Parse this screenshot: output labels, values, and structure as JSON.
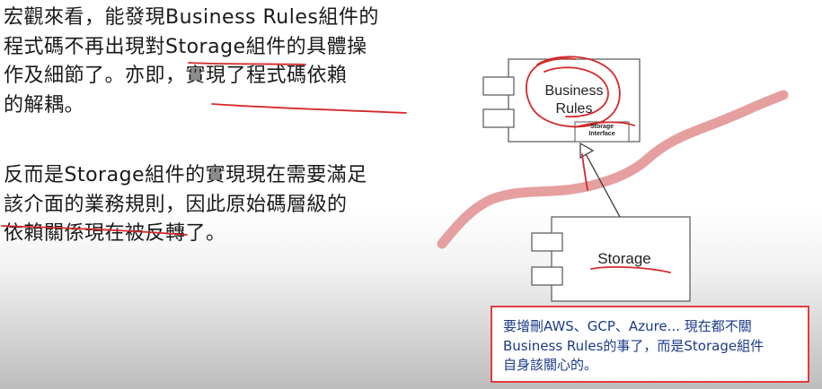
{
  "paragraph1": {
    "lines": [
      "宏觀來看，能發現Business Rules組件的",
      "程式碼不再出現對Storage組件的具體操",
      "作及細節了。亦即，實現了程式碼依賴",
      "的解耦。"
    ]
  },
  "paragraph2": {
    "lines": [
      "反而是Storage組件的實現現在需要滿足",
      "該介面的業務規則，因此原始碼層級的",
      "依賴關係現在被反轉了。"
    ]
  },
  "diagram": {
    "business_rules_label": "Business\nRules",
    "business_rules_line1": "Business",
    "business_rules_line2": "Rules",
    "storage_interface_line1": "Storage",
    "storage_interface_line2": "Interface",
    "storage_label": "Storage"
  },
  "note": {
    "lines": [
      "要增刪AWS、GCP、Azure... 現在都不關",
      "Business Rules的事了，而是Storage組件",
      "自身該關心的。"
    ]
  },
  "colors": {
    "annotation_red": "#d42a2a",
    "highlight_stroke": "#e59a9a",
    "note_border": "#e23b3b",
    "note_text": "#1a3a8a"
  }
}
